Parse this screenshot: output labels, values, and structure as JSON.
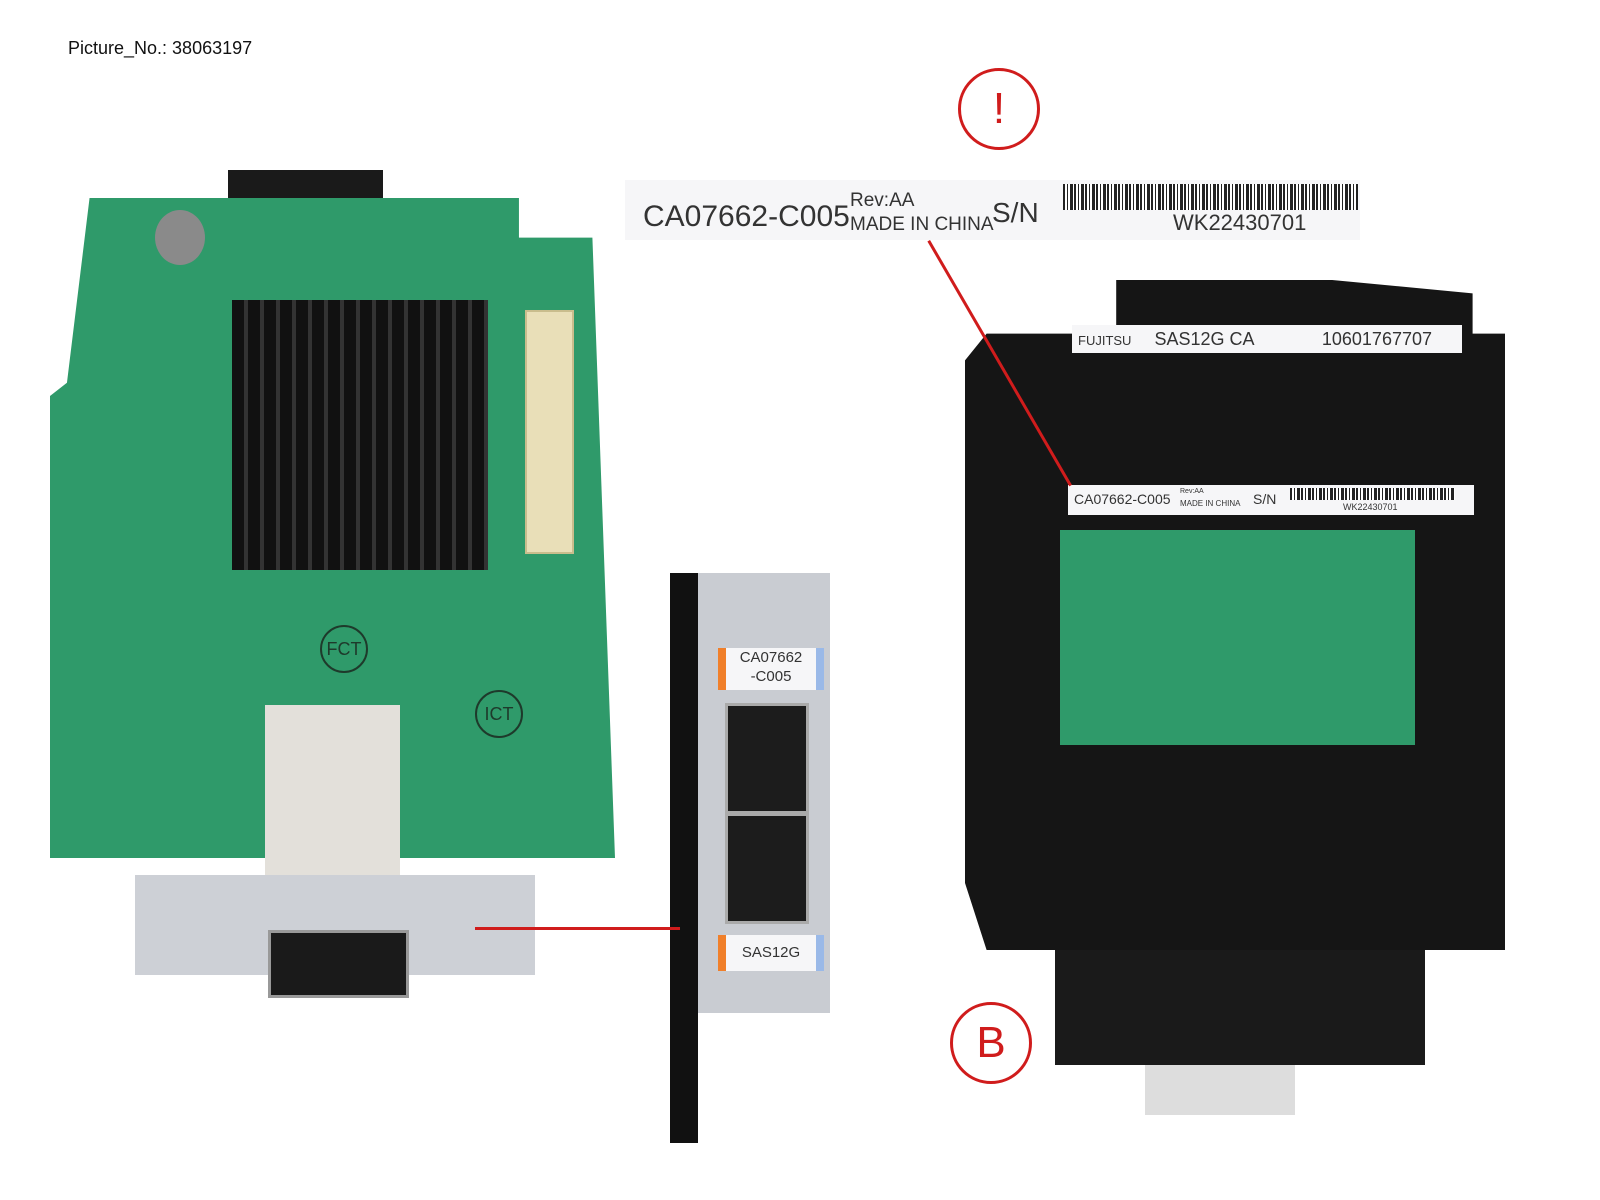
{
  "picture_number": "Picture_No.: 38063197",
  "callouts": {
    "warning": "!",
    "b": "B"
  },
  "main_label": {
    "part_number": "CA07662-C005",
    "revision": "Rev:AA",
    "origin": "MADE IN CHINA",
    "sn_label": "S/N",
    "serial": "WK22430701"
  },
  "card_label": {
    "brand": "FUJITSU",
    "product": "SAS12G CA",
    "number": "10601767707"
  },
  "small_label": {
    "part_number": "CA07662-C005",
    "revision": "Rev:AA",
    "origin": "MADE IN CHINA",
    "sn_label": "S/N",
    "serial": "WK22430701"
  },
  "bracket_labels": {
    "part_line1": "CA07662",
    "part_line2": "-C005",
    "model": "SAS12G"
  },
  "pcb_marks": {
    "fct": "FCT",
    "ict": "ICT"
  },
  "colors": {
    "callout": "#d01c1c",
    "pcb": "#2f9a6a",
    "tray": "#151515"
  }
}
